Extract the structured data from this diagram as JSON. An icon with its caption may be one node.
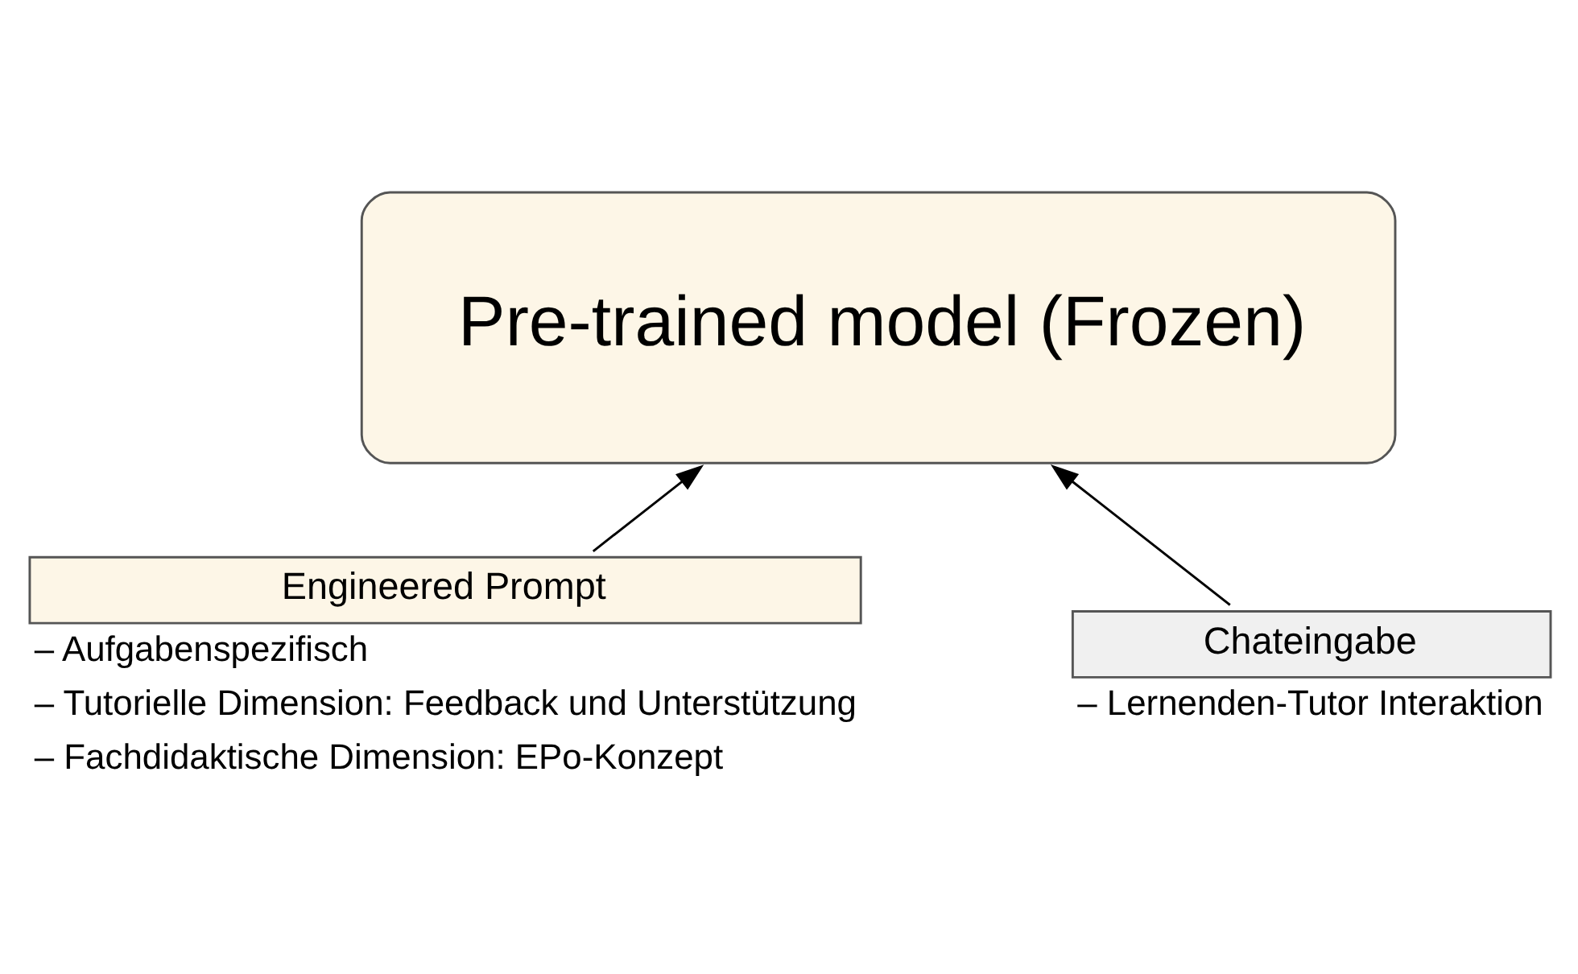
{
  "diagram": {
    "nodes": [
      {
        "text": [
          "Pre-trained model (Frozen)"
        ]
      },
      {
        "text": [
          "Engineered Prompt"
        ],
        "beside": [
          "– Aufgabenspezifisch",
          "– Tutorielle Dimension: Feedback und Unterstützung",
          "– Fachdidaktische Dimension: EPo-Konzept"
        ]
      },
      {
        "text": [
          "Chateingabe"
        ],
        "beside": [
          "– Lernenden-Tutor Interaktion"
        ]
      }
    ],
    "edges": [
      {
        "from": 1,
        "to": 0,
        "arrow": "to"
      },
      {
        "from": 2,
        "to": 0,
        "arrow": "to"
      }
    ]
  }
}
